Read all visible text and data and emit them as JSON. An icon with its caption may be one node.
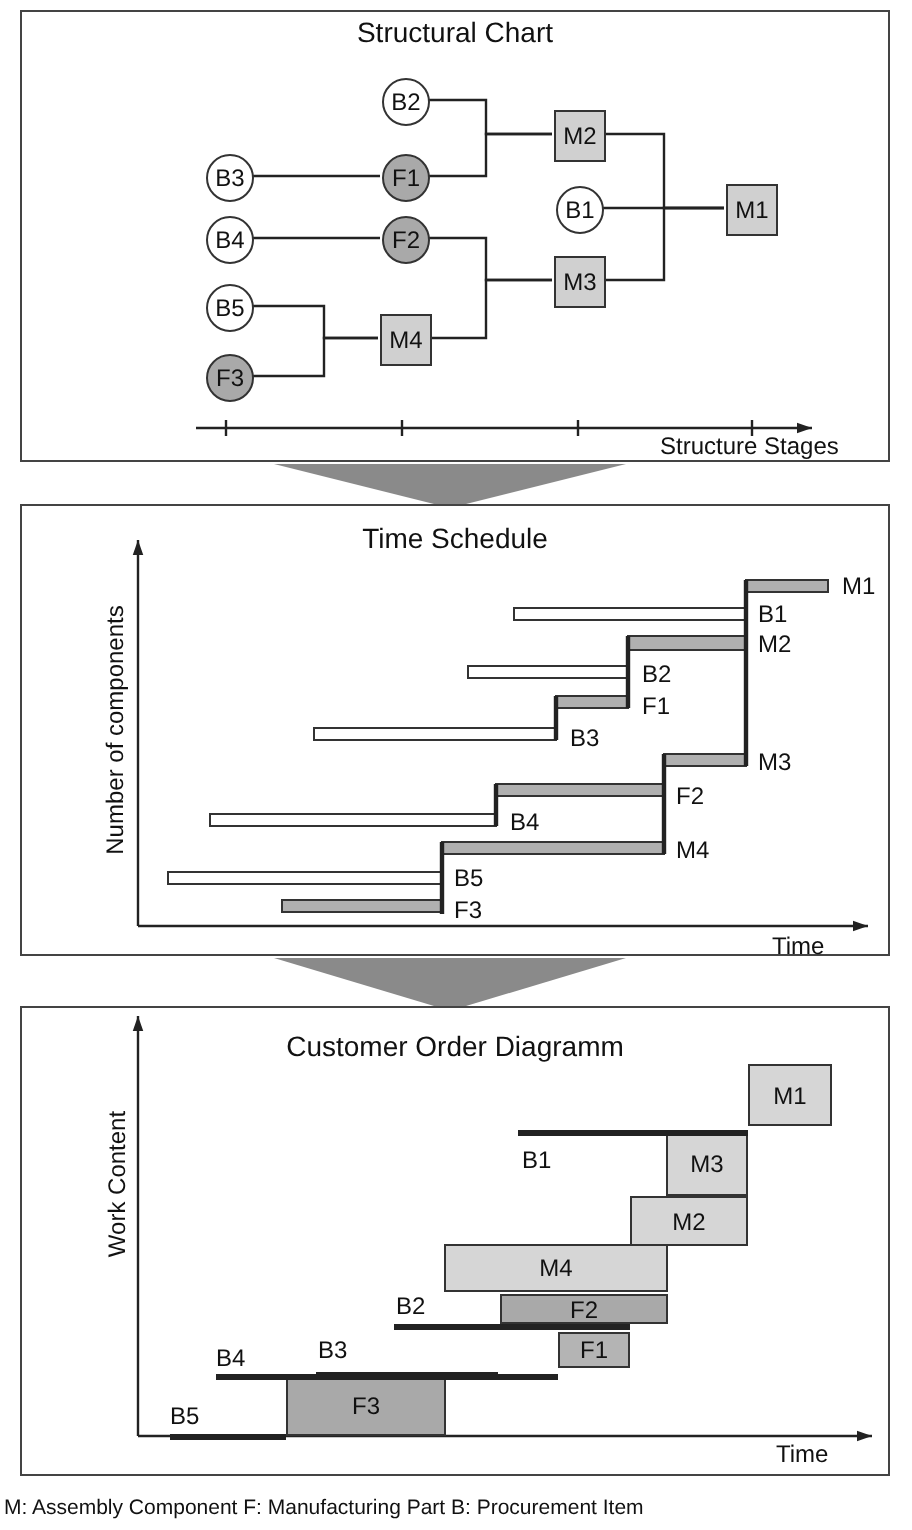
{
  "diagram": {
    "caption": "M: Assembly Component F: Manufacturing Part B: Procurement Item",
    "nodes": [
      {
        "text": [
          "Structural Chart"
        ]
      },
      {
        "text": [
          "B2"
        ],
        "in": 0
      },
      {
        "text": [
          "B3"
        ],
        "in": 0
      },
      {
        "text": [
          "F1"
        ],
        "in": 0
      },
      {
        "text": [
          "M2"
        ],
        "in": 0
      },
      {
        "text": [
          "B1"
        ],
        "in": 0
      },
      {
        "text": [
          "M1"
        ],
        "in": 0
      },
      {
        "text": [
          "B4"
        ],
        "in": 0
      },
      {
        "text": [
          "F2"
        ],
        "in": 0
      },
      {
        "text": [
          "M3"
        ],
        "in": 0
      },
      {
        "text": [
          "B5"
        ],
        "in": 0
      },
      {
        "text": [
          "M4"
        ],
        "in": 0
      },
      {
        "text": [
          "F3"
        ],
        "in": 0
      },
      {
        "text": [
          "Time Schedule"
        ]
      },
      {
        "text": [
          "Customer Order Diagramm"
        ]
      },
      {
        "text": [
          "M1"
        ],
        "in": 14
      },
      {
        "text": [
          "M3"
        ],
        "in": 14
      },
      {
        "text": [
          "M2"
        ],
        "in": 14
      },
      {
        "text": [
          "M4"
        ],
        "in": 14
      },
      {
        "text": [
          "F2"
        ],
        "in": 14
      },
      {
        "text": [
          "F1"
        ],
        "in": 14
      },
      {
        "text": [
          "F3"
        ],
        "in": 14
      },
      {
        "text": [
          "B1"
        ],
        "in": 14
      },
      {
        "text": [
          "B2"
        ],
        "in": 14
      },
      {
        "text": [
          "B4"
        ],
        "in": 14
      },
      {
        "text": [
          "B3"
        ],
        "in": 14
      },
      {
        "text": [
          "B5"
        ],
        "in": 14
      }
    ],
    "edges": [
      {
        "from": 1,
        "to": 4,
        "arrow": "none"
      },
      {
        "from": 3,
        "to": 4,
        "arrow": "none"
      },
      {
        "from": 2,
        "to": 3,
        "arrow": "none"
      },
      {
        "from": 4,
        "to": 6,
        "arrow": "none"
      },
      {
        "from": 5,
        "to": 6,
        "arrow": "none"
      },
      {
        "from": 9,
        "to": 6,
        "arrow": "none"
      },
      {
        "from": 8,
        "to": 9,
        "arrow": "none"
      },
      {
        "from": 11,
        "to": 9,
        "arrow": "none"
      },
      {
        "from": 7,
        "to": 8,
        "arrow": "none"
      },
      {
        "from": 10,
        "to": 11,
        "arrow": "none"
      },
      {
        "from": 12,
        "to": 11,
        "arrow": "none"
      },
      {
        "from": 0,
        "to": 13,
        "arrow": "to",
        "style": "thick",
        "color": "#8a8a8a"
      },
      {
        "from": 13,
        "to": 14,
        "arrow": "to",
        "style": "thick",
        "color": "#8a8a8a"
      }
    ],
    "labels": [
      "Structure Stages",
      "Number of components",
      "M1",
      "B1",
      "M2",
      "B2",
      "F1",
      "B3",
      "M3",
      "F2",
      "B4",
      "M4",
      "B5",
      "F3",
      "Time",
      "Work Content",
      "Time"
    ]
  }
}
